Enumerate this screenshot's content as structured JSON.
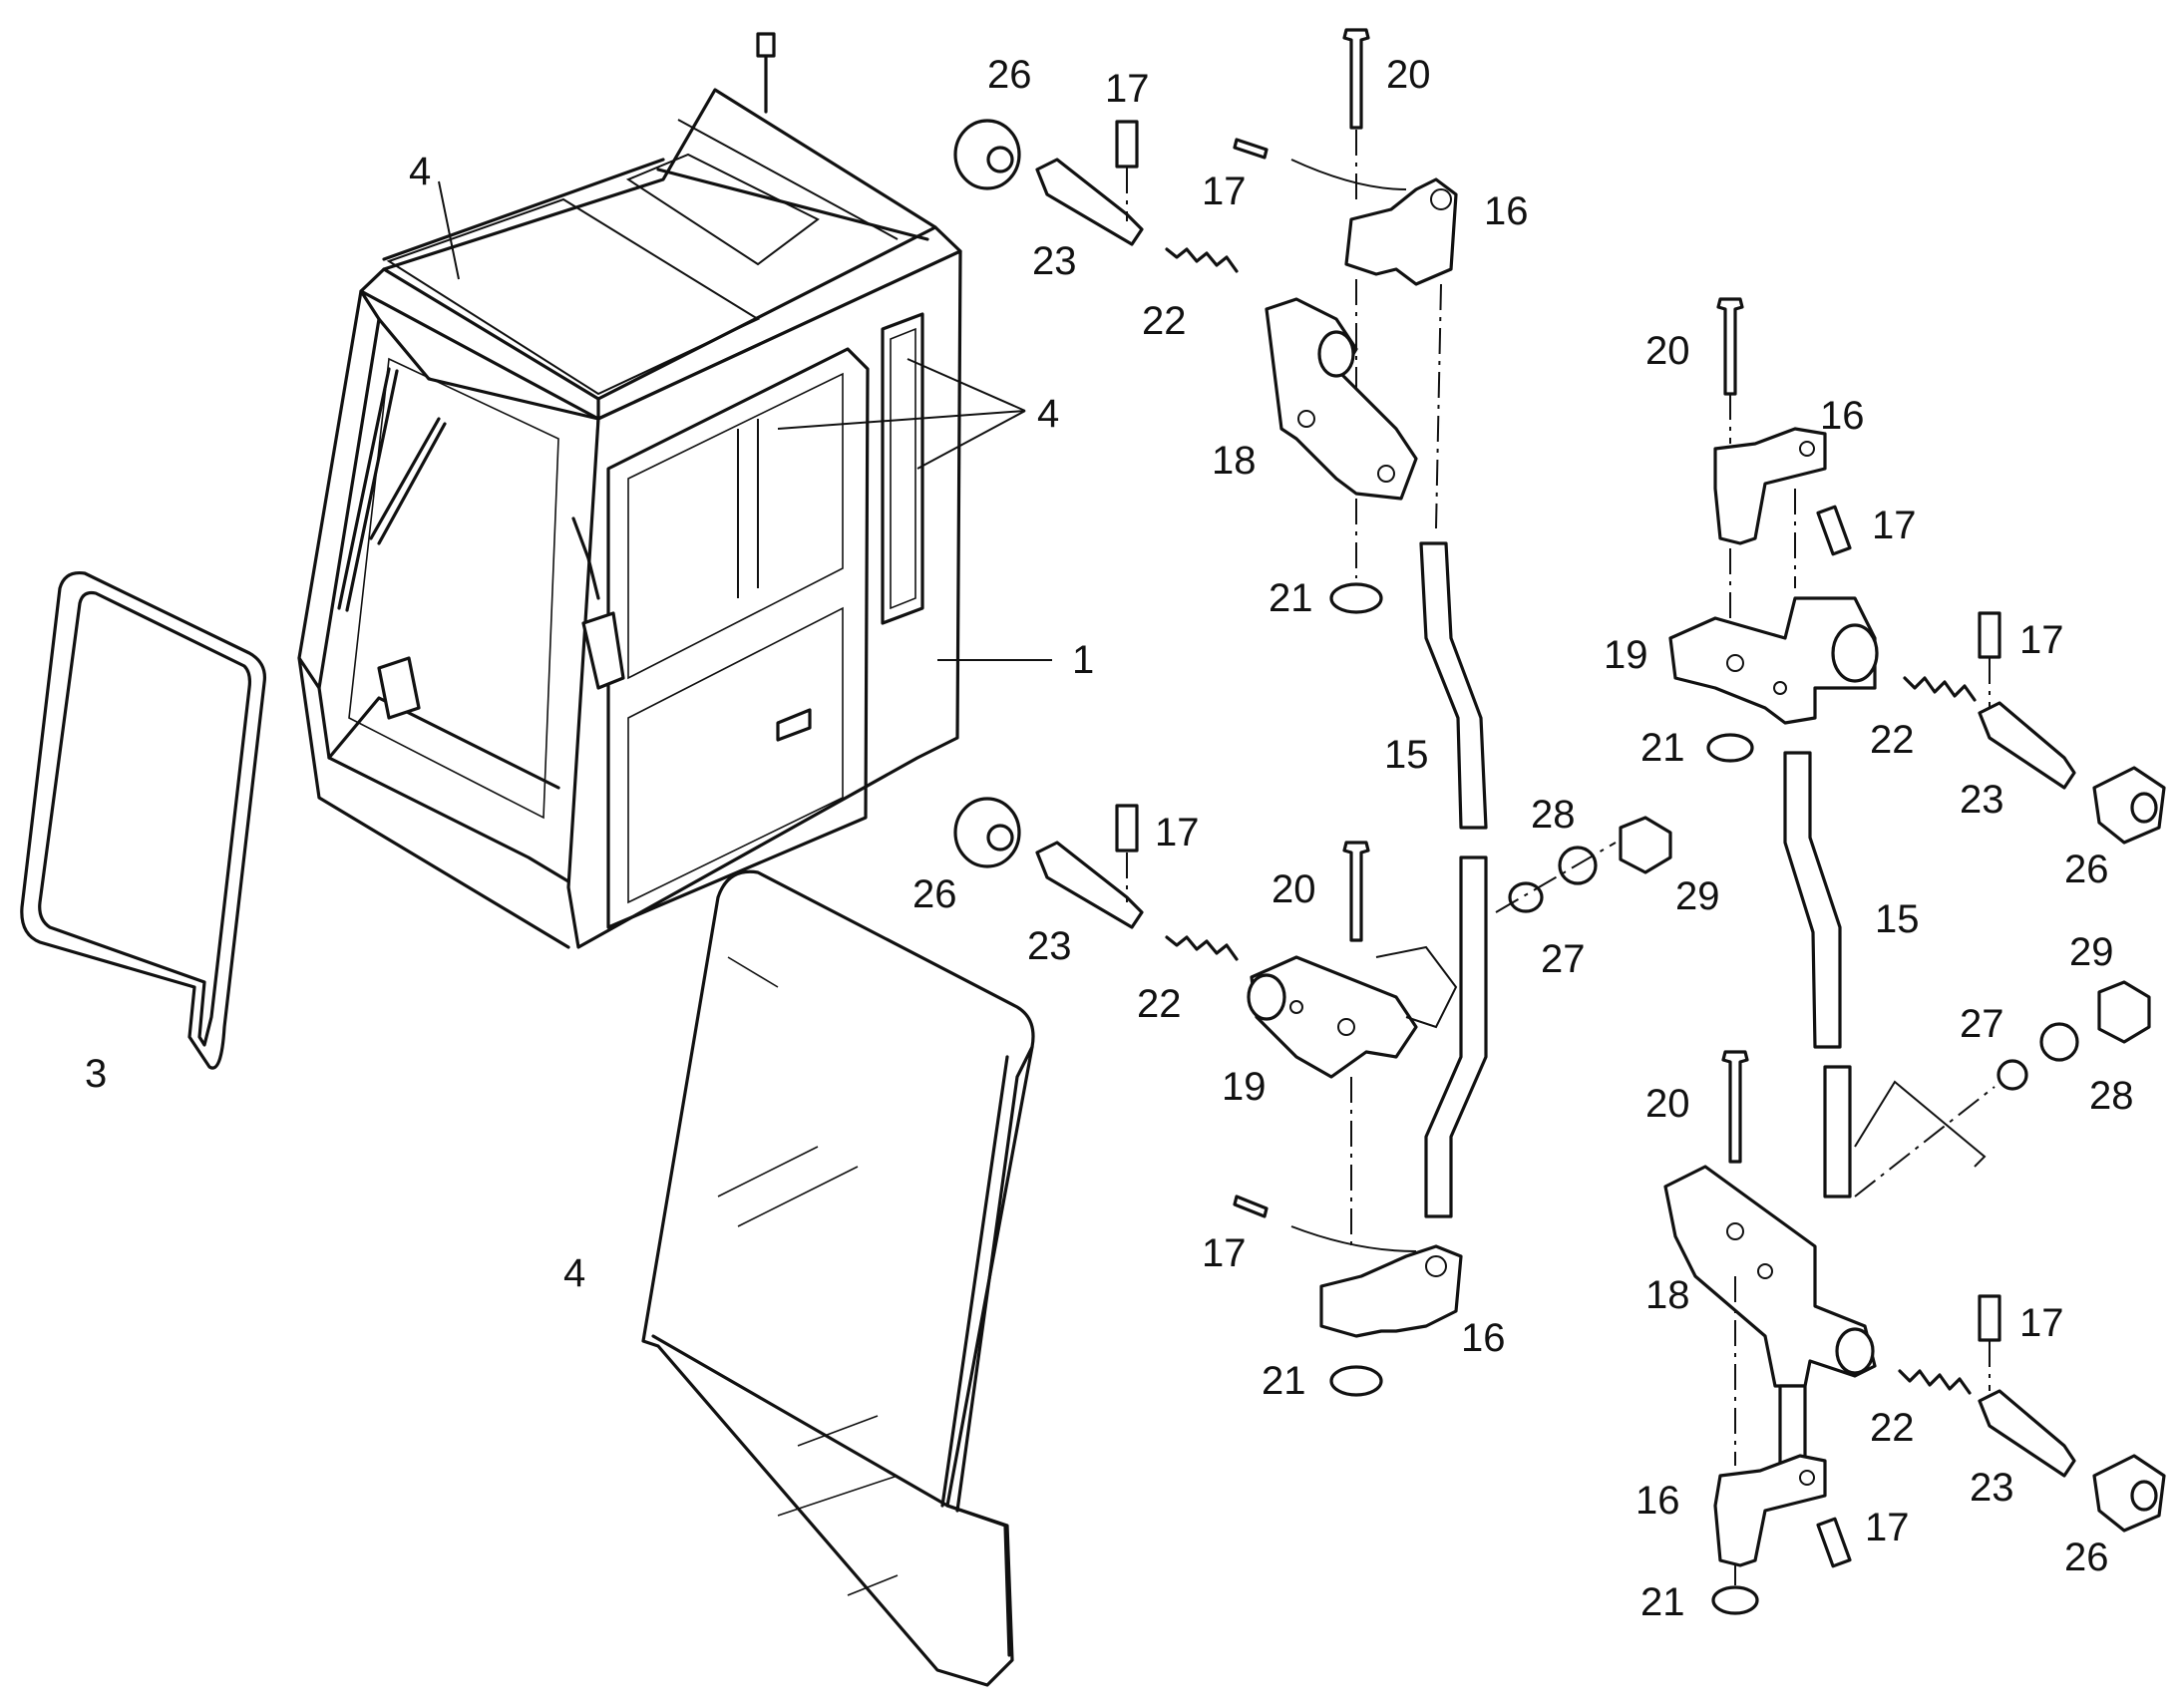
{
  "labels": [
    {
      "id": "c1",
      "text": "1"
    },
    {
      "id": "c3",
      "text": "3"
    },
    {
      "id": "c4a",
      "text": "4"
    },
    {
      "id": "c4b",
      "text": "4"
    },
    {
      "id": "c4c",
      "text": "4"
    },
    {
      "id": "a26",
      "text": "26"
    },
    {
      "id": "a17",
      "text": "17"
    },
    {
      "id": "a23",
      "text": "23"
    },
    {
      "id": "a22",
      "text": "22"
    },
    {
      "id": "a20",
      "text": "20"
    },
    {
      "id": "a17b",
      "text": "17"
    },
    {
      "id": "a16",
      "text": "16"
    },
    {
      "id": "a18",
      "text": "18"
    },
    {
      "id": "a21",
      "text": "21"
    },
    {
      "id": "m15",
      "text": "15"
    },
    {
      "id": "m28",
      "text": "28"
    },
    {
      "id": "m29",
      "text": "29"
    },
    {
      "id": "m27",
      "text": "27"
    },
    {
      "id": "b26",
      "text": "26"
    },
    {
      "id": "b17",
      "text": "17"
    },
    {
      "id": "b23",
      "text": "23"
    },
    {
      "id": "b22",
      "text": "22"
    },
    {
      "id": "b20",
      "text": "20"
    },
    {
      "id": "b19",
      "text": "19"
    },
    {
      "id": "b17b",
      "text": "17"
    },
    {
      "id": "b16",
      "text": "16"
    },
    {
      "id": "b21",
      "text": "21"
    },
    {
      "id": "r20",
      "text": "20"
    },
    {
      "id": "r16",
      "text": "16"
    },
    {
      "id": "r17",
      "text": "17"
    },
    {
      "id": "r19",
      "text": "19"
    },
    {
      "id": "r17b",
      "text": "17"
    },
    {
      "id": "r21",
      "text": "21"
    },
    {
      "id": "r22",
      "text": "22"
    },
    {
      "id": "r23",
      "text": "23"
    },
    {
      "id": "r26",
      "text": "26"
    },
    {
      "id": "r15",
      "text": "15"
    },
    {
      "id": "r29",
      "text": "29"
    },
    {
      "id": "r27",
      "text": "27"
    },
    {
      "id": "r28",
      "text": "28"
    },
    {
      "id": "s20",
      "text": "20"
    },
    {
      "id": "s18",
      "text": "18"
    },
    {
      "id": "s17",
      "text": "17"
    },
    {
      "id": "s22",
      "text": "22"
    },
    {
      "id": "s23",
      "text": "23"
    },
    {
      "id": "s16",
      "text": "16"
    },
    {
      "id": "s17b",
      "text": "17"
    },
    {
      "id": "s26",
      "text": "26"
    },
    {
      "id": "s21",
      "text": "21"
    }
  ]
}
